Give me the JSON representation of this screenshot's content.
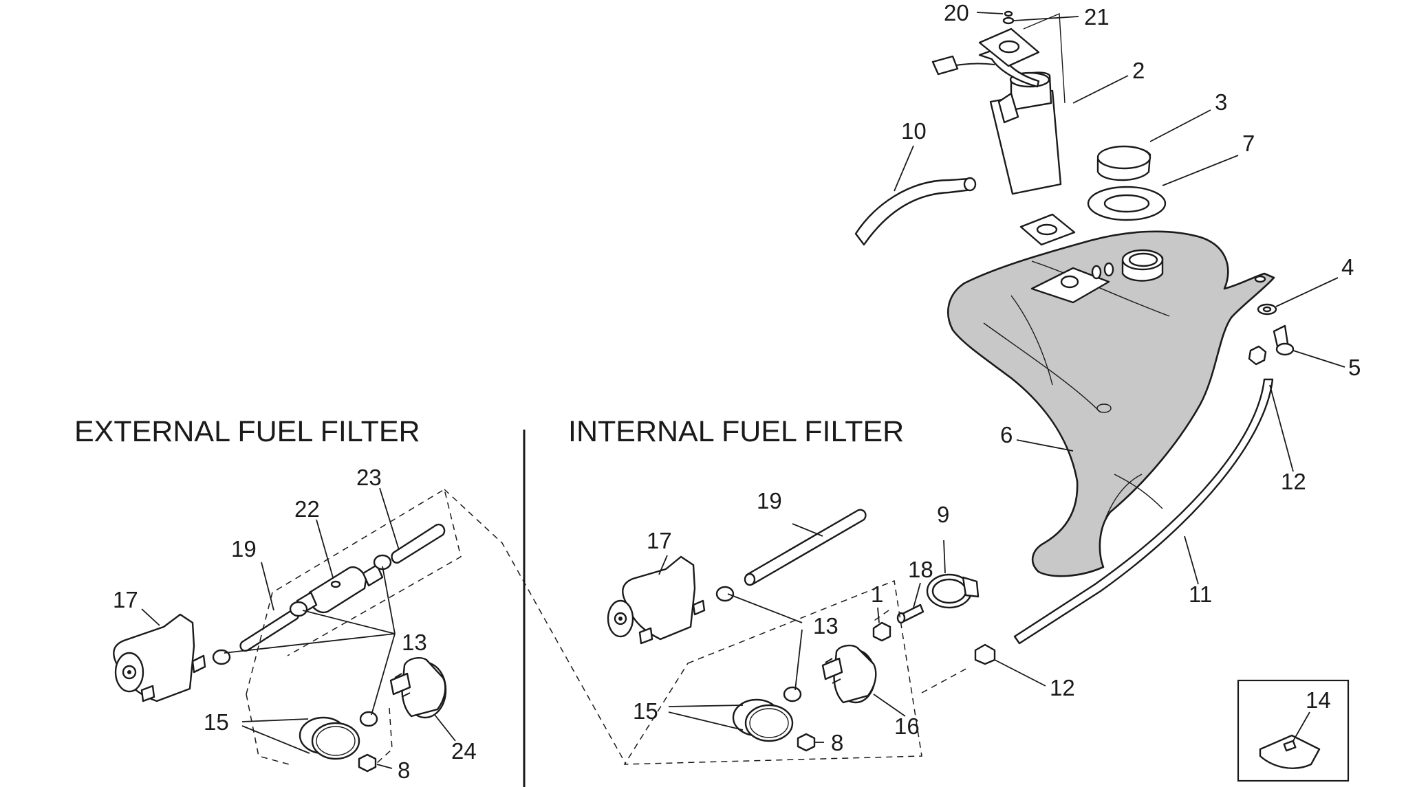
{
  "headings": {
    "external": "EXTERNAL FUEL FILTER",
    "internal": "INTERNAL FUEL FILTER"
  },
  "callouts": {
    "c1": "1",
    "c2": "2",
    "c3": "3",
    "c4": "4",
    "c5": "5",
    "c6": "6",
    "c7": "7",
    "c9": "9",
    "c10": "10",
    "c11": "11",
    "c12a": "12",
    "c12b": "12",
    "c14": "14",
    "c16": "16",
    "c18": "18",
    "c20": "20",
    "c21": "21",
    "int_c8": "8",
    "int_c13": "13",
    "int_c15": "15",
    "int_c17": "17",
    "int_c19": "19",
    "ext_c8": "8",
    "ext_c13": "13",
    "ext_c15": "15",
    "ext_c17": "17",
    "ext_c19": "19",
    "ext_c22": "22",
    "ext_c23": "23",
    "ext_c24": "24"
  },
  "colors": {
    "ink": "#1a1a1a",
    "tank_fill": "#c8c8c8",
    "background": "#ffffff"
  }
}
